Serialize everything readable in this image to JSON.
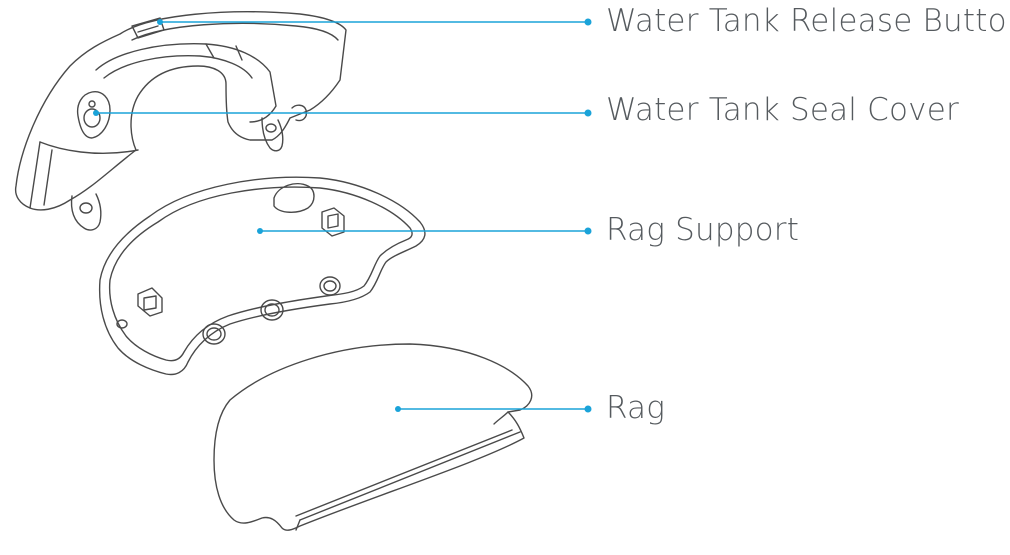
{
  "colors": {
    "leader": "#1aa3d9",
    "outline": "#4a4a4a",
    "label_text": "#555a5e"
  },
  "callouts": {
    "release_button": {
      "label": "Water Tank Release Button"
    },
    "seal_cover": {
      "label": "Water Tank Seal Cover"
    },
    "rag_support": {
      "label": "Rag Support"
    },
    "rag": {
      "label": "Rag"
    }
  }
}
